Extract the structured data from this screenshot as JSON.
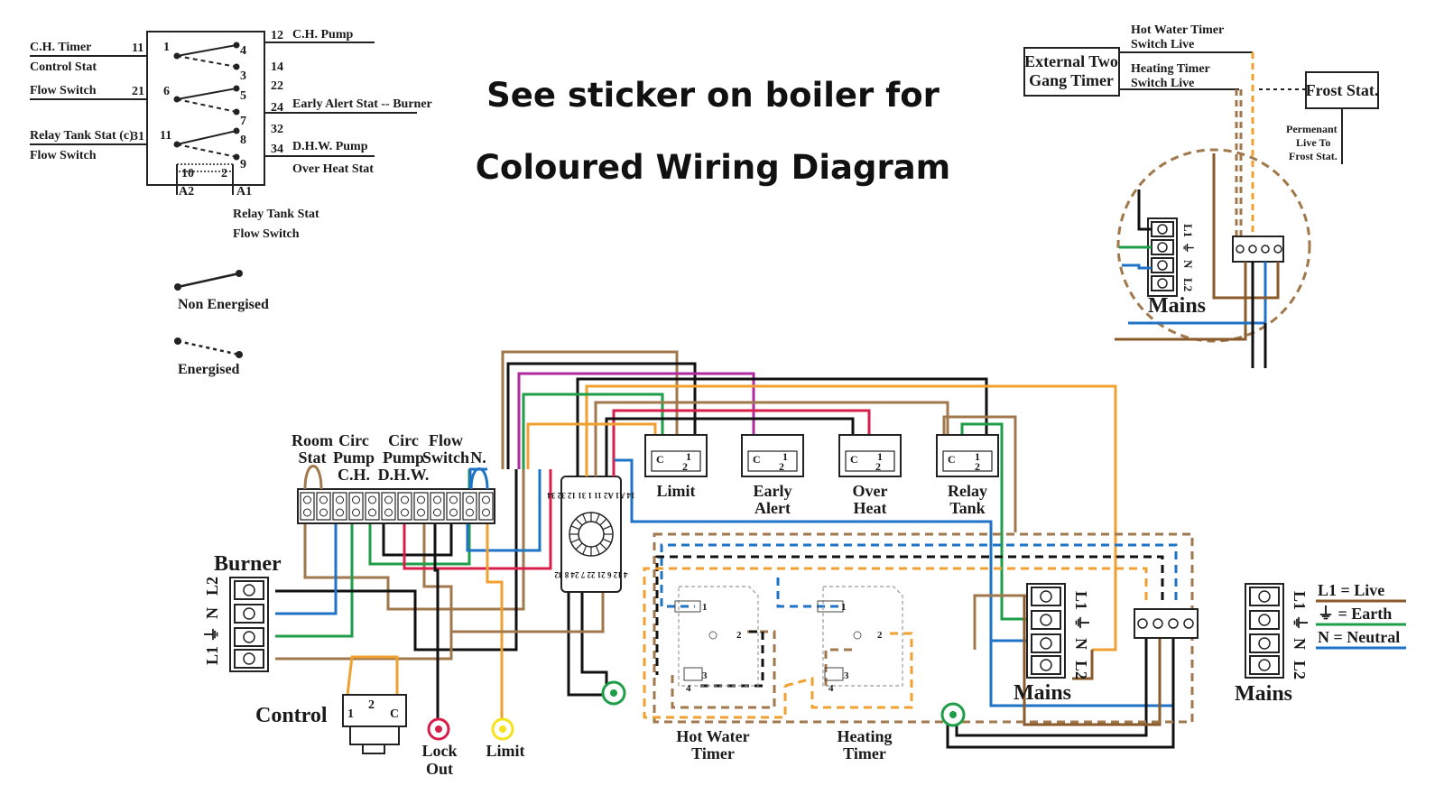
{
  "heading": {
    "line1": "See sticker on boiler for",
    "line2": "Coloured Wiring Diagram"
  },
  "relay_schematic": {
    "left_labels": [
      "C.H. Timer",
      "Control Stat",
      "Flow Switch",
      "Relay Tank Stat (c)",
      "Flow Switch"
    ],
    "terminal_numbers_left": [
      "11",
      "21",
      "31"
    ],
    "contact_numbers": [
      "1",
      "4",
      "3",
      "6",
      "5",
      "7",
      "11",
      "8",
      "9",
      "10",
      "2"
    ],
    "right_numbers": [
      "12",
      "14",
      "22",
      "24",
      "32",
      "34"
    ],
    "right_labels": [
      "C.H. Pump",
      "Early Alert Stat -- Burner",
      "D.H.W. Pump",
      "Over Heat Stat"
    ],
    "coil_labels": [
      "A2",
      "A1"
    ],
    "coil_caption": [
      "Relay Tank Stat",
      "Flow Switch"
    ]
  },
  "legend_contacts": {
    "non_energised": "Non Energised",
    "energised": "Energised"
  },
  "frost_inset": {
    "external_timer": "External Two Gang Timer",
    "hot_water_live": "Hot Water Timer Switch Live",
    "heating_live": "Heating Timer Switch Live",
    "frost_stat": "Frost Stat.",
    "permanent_live": "Permenant Live To Frost Stat.",
    "mains": "Mains",
    "terminals": [
      "L1",
      "⏚",
      "N",
      "L2"
    ]
  },
  "terminal_strip_labels": [
    "Room Stat",
    "Circ Pump C.H.",
    "Circ Pump D.H.W.",
    "Flow Switch",
    "N."
  ],
  "stats": [
    "Limit",
    "Early Alert",
    "Over Heat",
    "Relay Tank"
  ],
  "stat_terminals": [
    "C",
    "1",
    "2"
  ],
  "burner": {
    "title": "Burner",
    "terminals": [
      "L2",
      "N",
      "⏚",
      "L1"
    ]
  },
  "control": {
    "title": "Control",
    "terminals": [
      "1",
      "2",
      "C"
    ]
  },
  "lamps": [
    "Lock Out",
    "Limit"
  ],
  "timers": [
    "Hot Water Timer",
    "Heating Timer"
  ],
  "timer_terminals": [
    "1",
    "2",
    "3",
    "4"
  ],
  "mains_block": {
    "title": "Mains",
    "terminals": [
      "L1",
      "⏚",
      "N",
      "L2"
    ]
  },
  "key": {
    "title": "Mains",
    "items": [
      "L1 = Live",
      "⏚ = Earth",
      "N = Neutral"
    ],
    "terminals": [
      "L1",
      "⏚",
      "N",
      "L2"
    ]
  },
  "relay_pins_top": [
    "14",
    "A1",
    "A2",
    "11",
    "1",
    "31",
    "12",
    "32",
    "34"
  ],
  "relay_pins_bottom": [
    "4",
    "12",
    "6",
    "21",
    "22",
    "7",
    "24",
    "8",
    "32"
  ],
  "wire_colors": {
    "live": "#8a5a2b",
    "earth": "#1f9e4a",
    "neutral": "#1f73c6",
    "switched": "#f0a030",
    "black": "#111111",
    "red": "#d81e4a",
    "purple": "#b02aa0",
    "tan": "#a0784c"
  }
}
